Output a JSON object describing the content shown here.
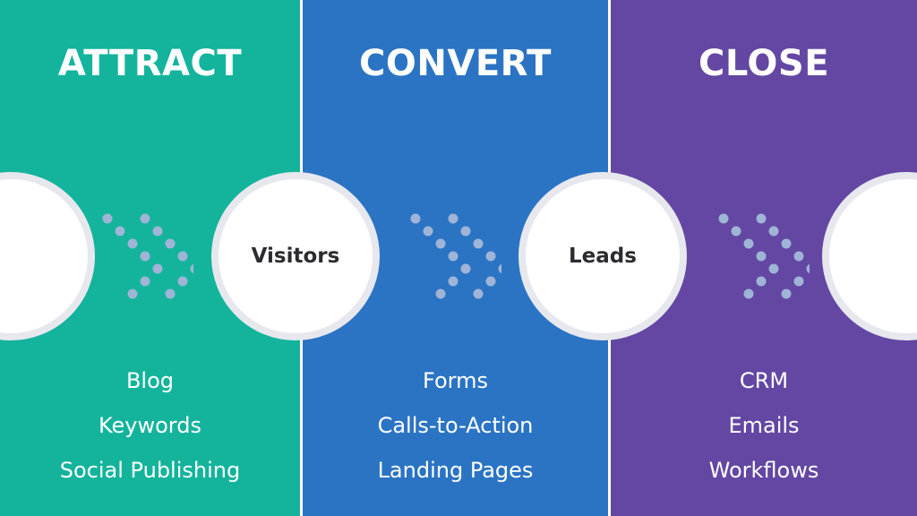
{
  "colors": {
    "attract": "#14b49c",
    "convert": "#2b74c4",
    "close": "#6347a3",
    "chevron_dots": "#9fb4d6"
  },
  "stages": [
    {
      "heading": "ATTRACT",
      "items": [
        "Blog",
        "Keywords",
        "Social Publishing"
      ]
    },
    {
      "heading": "CONVERT",
      "items": [
        "Forms",
        "Calls-to-Action",
        "Landing Pages"
      ]
    },
    {
      "heading": "CLOSE",
      "items": [
        "CRM",
        "Emails",
        "Workflows"
      ]
    }
  ],
  "nodes": [
    {
      "label": ""
    },
    {
      "label": "Visitors"
    },
    {
      "label": "Leads"
    },
    {
      "label": ""
    }
  ]
}
